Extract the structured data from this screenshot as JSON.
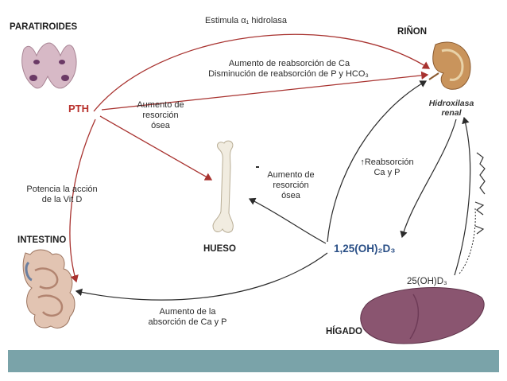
{
  "organs": {
    "paratiroides": "PARATIROIDES",
    "rinon": "RIÑON",
    "intestino": "INTESTINO",
    "hueso": "HUESO",
    "higado": "HÍGADO"
  },
  "hormones": {
    "pth": "PTH",
    "calcitriol": "1,25(OH)₂D₃",
    "calcidiol": "25(OH)D₃"
  },
  "labels": {
    "stimulates": "Estimula α₁ hidrolasa",
    "reabs_line1": "Aumento de reabsorción de Ca",
    "reabs_line2": "Disminución de reabsorción de P y HCO₃",
    "resorption_pth_1": "Aumento de",
    "resorption_pth_2": "resorción",
    "resorption_pth_3": "ósea",
    "resorption_vitd_1": "Aumento de",
    "resorption_vitd_2": "resorción",
    "resorption_vitd_3": "ósea",
    "renal_reabs_1": "↑Reabsorción",
    "renal_reabs_2": "Ca y P",
    "potencia_1": "Potencia la acción",
    "potencia_2": "de la Vit D",
    "absorption_1": "Aumento de la",
    "absorption_2": "absorción de Ca y P",
    "hidroxilasa_1": "Hidroxilasa",
    "hidroxilasa_2": "renal"
  },
  "colors": {
    "arrow_red": "#a8322f",
    "arrow_dark": "#2b2b2b",
    "band": "#7aa3a9",
    "kidney": "#c9945c",
    "liver": "#8a5570",
    "gland": "#d7b9c6"
  }
}
